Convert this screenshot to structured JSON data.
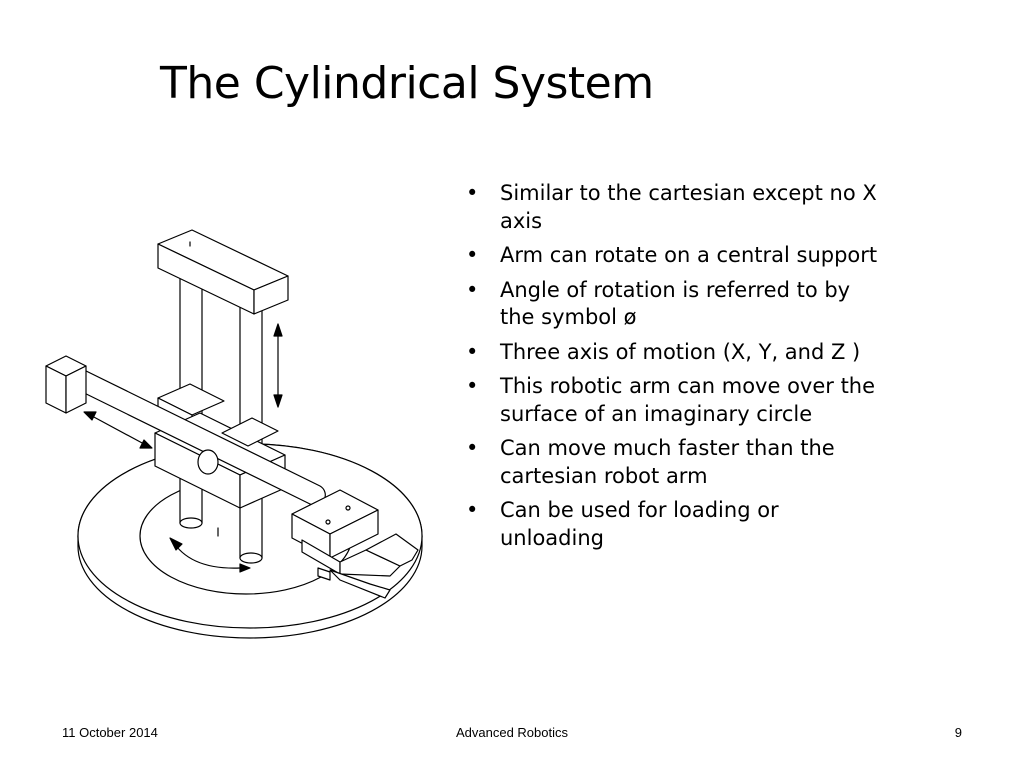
{
  "slide": {
    "title": "The Cylindrical System",
    "bullets": [
      "Similar to the cartesian except no X axis",
      "Arm can rotate on a central support",
      "Angle of rotation is referred to by the symbol ø",
      "Three axis of motion (X, Y, and Z )",
      "This robotic arm can move over the surface of an imaginary circle",
      "Can move much faster than the cartesian robot arm",
      "Can be used for loading or unloading"
    ],
    "bullet_glyph": "•"
  },
  "footer": {
    "date": "11 October 2014",
    "center": "Advanced Robotics",
    "page": "9"
  }
}
